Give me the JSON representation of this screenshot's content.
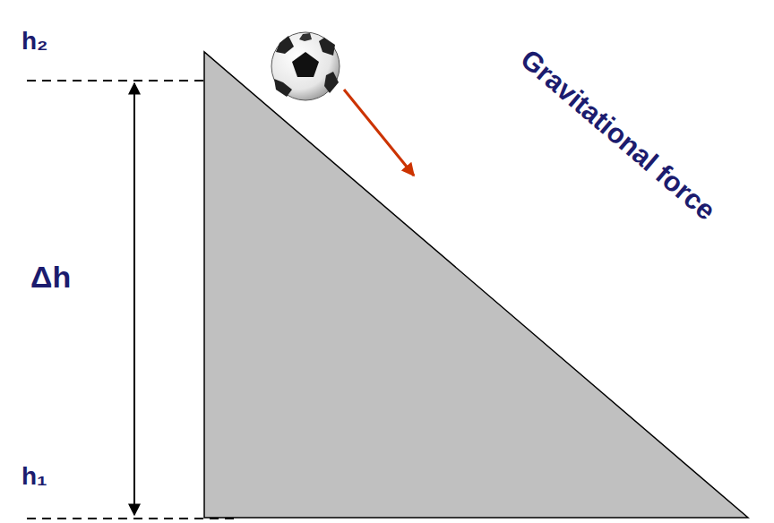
{
  "diagram": {
    "labels": [
      "h₂",
      "Δh",
      "h₁",
      "Gravitational force"
    ]
  }
}
